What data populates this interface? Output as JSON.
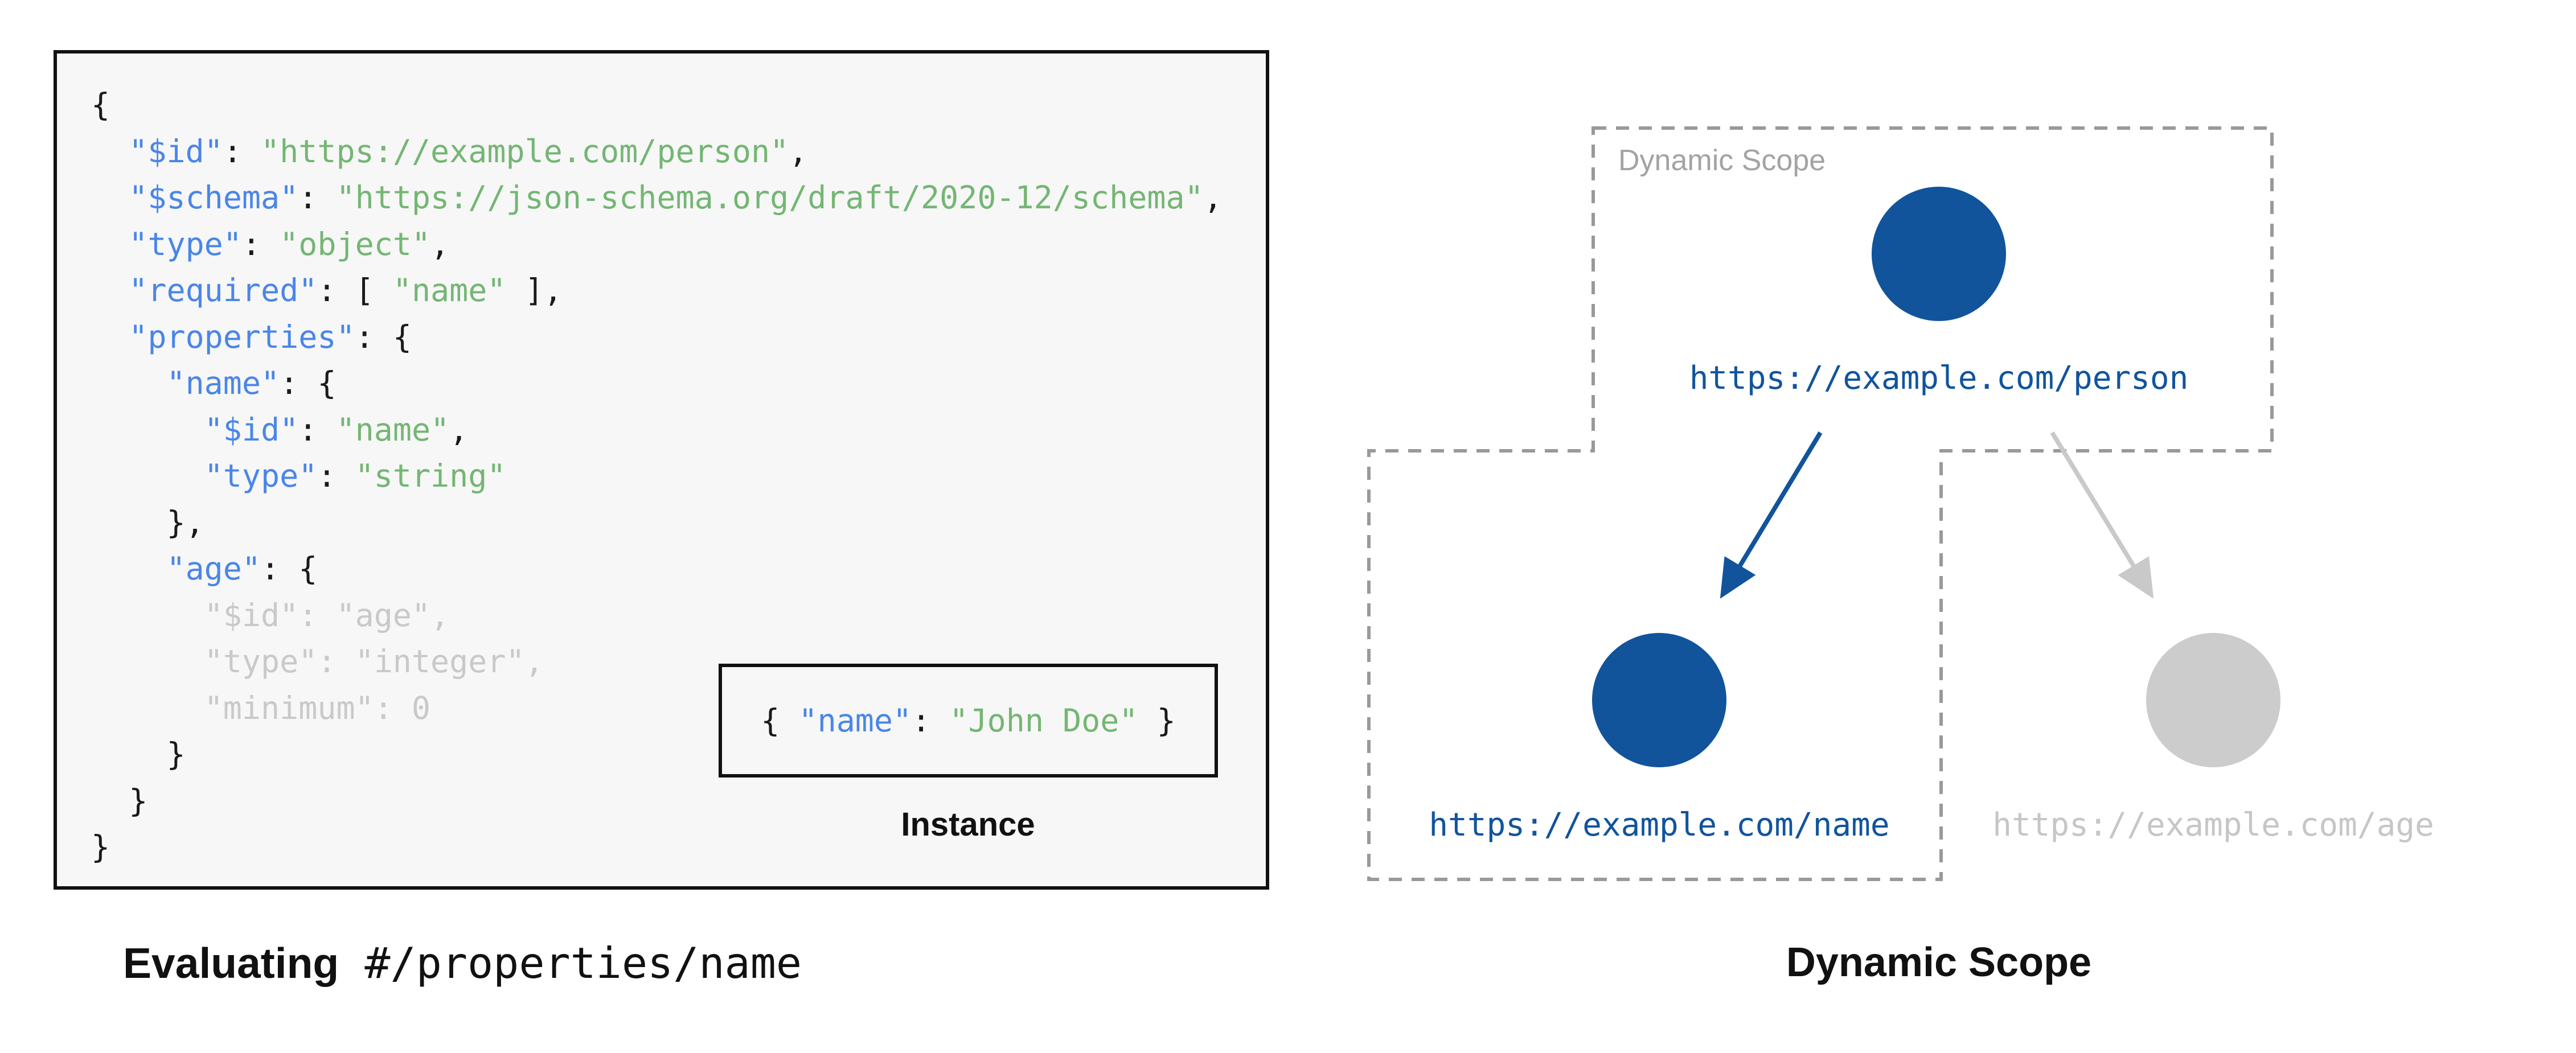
{
  "colors": {
    "code_key_blue": "#4a86e8",
    "code_string_green": "#74b674",
    "code_dim_gray": "#c9c9c9",
    "node_blue": "#11549c",
    "node_gray": "#cccccc",
    "arrow_gray": "#c9c9c9",
    "dashed_border_gray": "#999999",
    "scope_label_gray": "#a3a3a3",
    "panel_background": "#f7f7f7"
  },
  "code": {
    "lines": [
      {
        "segments": [
          {
            "t": "{",
            "c": "p"
          }
        ]
      },
      {
        "segments": [
          {
            "t": "  ",
            "c": "p"
          },
          {
            "t": "\"$id\"",
            "c": "key"
          },
          {
            "t": ": ",
            "c": "p"
          },
          {
            "t": "\"https://example.com/person\"",
            "c": "str"
          },
          {
            "t": ",",
            "c": "p"
          }
        ]
      },
      {
        "segments": [
          {
            "t": "  ",
            "c": "p"
          },
          {
            "t": "\"$schema\"",
            "c": "key"
          },
          {
            "t": ": ",
            "c": "p"
          },
          {
            "t": "\"https://json-schema.org/draft/2020-12/schema\"",
            "c": "str"
          },
          {
            "t": ",",
            "c": "p"
          }
        ]
      },
      {
        "segments": [
          {
            "t": "  ",
            "c": "p"
          },
          {
            "t": "\"type\"",
            "c": "key"
          },
          {
            "t": ": ",
            "c": "p"
          },
          {
            "t": "\"object\"",
            "c": "str"
          },
          {
            "t": ",",
            "c": "p"
          }
        ]
      },
      {
        "segments": [
          {
            "t": "  ",
            "c": "p"
          },
          {
            "t": "\"required\"",
            "c": "key"
          },
          {
            "t": ": [ ",
            "c": "p"
          },
          {
            "t": "\"name\"",
            "c": "str"
          },
          {
            "t": " ],",
            "c": "p"
          }
        ]
      },
      {
        "segments": [
          {
            "t": "  ",
            "c": "p"
          },
          {
            "t": "\"properties\"",
            "c": "key"
          },
          {
            "t": ": {",
            "c": "p"
          }
        ]
      },
      {
        "segments": [
          {
            "t": "    ",
            "c": "p"
          },
          {
            "t": "\"name\"",
            "c": "key"
          },
          {
            "t": ": {",
            "c": "p"
          }
        ]
      },
      {
        "segments": [
          {
            "t": "      ",
            "c": "p"
          },
          {
            "t": "\"$id\"",
            "c": "key"
          },
          {
            "t": ": ",
            "c": "p"
          },
          {
            "t": "\"name\"",
            "c": "str"
          },
          {
            "t": ",",
            "c": "p"
          }
        ]
      },
      {
        "segments": [
          {
            "t": "      ",
            "c": "p"
          },
          {
            "t": "\"type\"",
            "c": "key"
          },
          {
            "t": ": ",
            "c": "p"
          },
          {
            "t": "\"string\"",
            "c": "str"
          }
        ]
      },
      {
        "segments": [
          {
            "t": "    },",
            "c": "p"
          }
        ]
      },
      {
        "segments": [
          {
            "t": "    ",
            "c": "p"
          },
          {
            "t": "\"age\"",
            "c": "key"
          },
          {
            "t": ": {",
            "c": "p"
          }
        ]
      },
      {
        "segments": [
          {
            "t": "      \"$id\": \"age\",",
            "c": "dim"
          }
        ]
      },
      {
        "segments": [
          {
            "t": "      \"type\": \"integer\",",
            "c": "dim"
          }
        ]
      },
      {
        "segments": [
          {
            "t": "      \"minimum\": 0",
            "c": "dim"
          }
        ]
      },
      {
        "segments": [
          {
            "t": "    }",
            "c": "p"
          }
        ]
      },
      {
        "segments": [
          {
            "t": "  }",
            "c": "p"
          }
        ]
      },
      {
        "segments": [
          {
            "t": "}",
            "c": "p"
          }
        ]
      }
    ]
  },
  "instance": {
    "segments": [
      {
        "t": "{ ",
        "c": "p"
      },
      {
        "t": "\"name\"",
        "c": "key"
      },
      {
        "t": ": ",
        "c": "p"
      },
      {
        "t": "\"John Doe\"",
        "c": "str"
      },
      {
        "t": " }",
        "c": "p"
      }
    ],
    "label": "Instance"
  },
  "caption_left": {
    "bold_part": "Evaluating",
    "mono_part": " #/properties/name"
  },
  "diagram": {
    "scope_region_label": "Dynamic Scope",
    "nodes": {
      "person": {
        "url": "https://example.com/person",
        "state": "active"
      },
      "name": {
        "url": "https://example.com/name",
        "state": "active"
      },
      "age": {
        "url": "https://example.com/age",
        "state": "inactive"
      }
    },
    "caption": "Dynamic Scope"
  }
}
